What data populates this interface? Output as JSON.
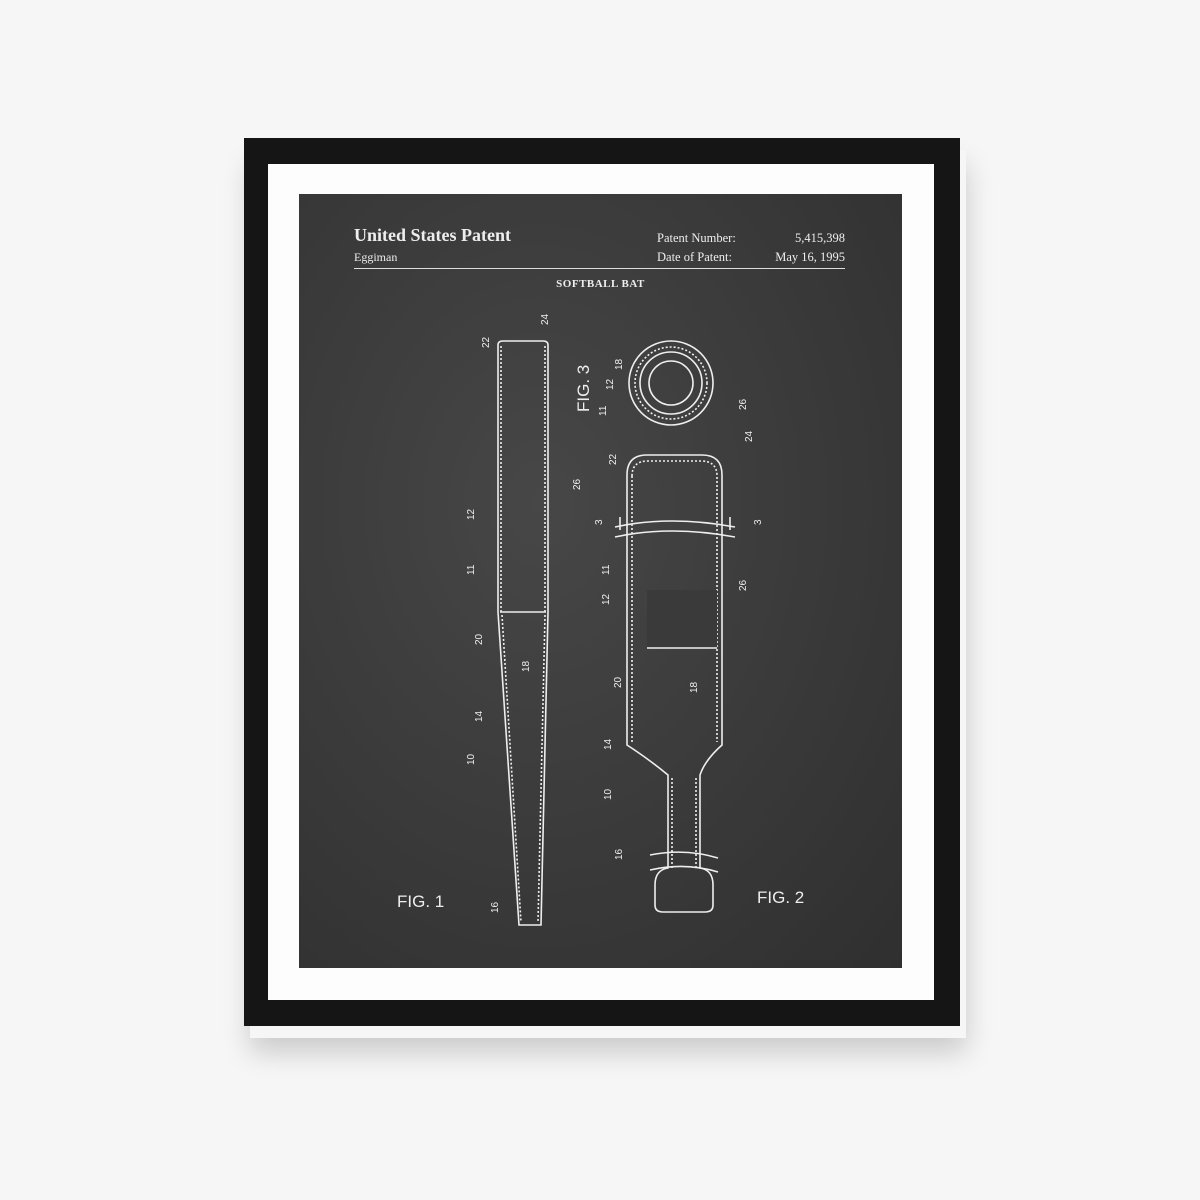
{
  "poster": {
    "heading": "United States Patent",
    "inventor": "Eggiman",
    "patent_number_label": "Patent Number:",
    "patent_number": "5,415,398",
    "date_label": "Date of Patent:",
    "date": "May 16, 1995",
    "title": "SOFTBALL BAT"
  },
  "figures": {
    "fig1": "FIG. 1",
    "fig2": "FIG. 2",
    "fig3": "FIG. 3"
  },
  "refs": {
    "f1": [
      "22",
      "24",
      "26",
      "12",
      "11",
      "20",
      "18",
      "14",
      "10",
      "16"
    ],
    "f2": [
      "22",
      "24",
      "3",
      "3",
      "11",
      "12",
      "26",
      "20",
      "18",
      "14",
      "10",
      "16"
    ],
    "f3": [
      "18",
      "12",
      "11",
      "26"
    ]
  },
  "colors": {
    "frame": "#151515",
    "mat": "#fdfdfd",
    "board": "#3c3c3c",
    "ink": "#eeeeee"
  }
}
